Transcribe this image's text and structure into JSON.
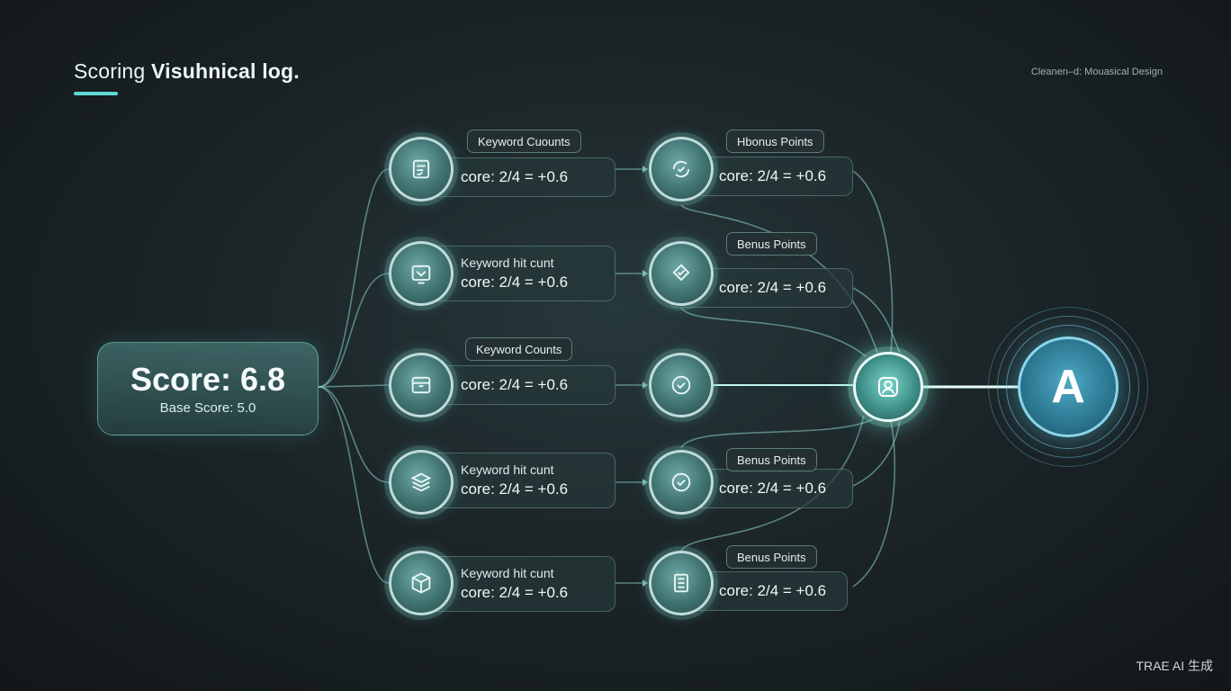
{
  "header": {
    "title_prefix": "Scoring ",
    "title_bold": "Visuhnical log.",
    "subtitle": "Cleanen–d: Mouasical Design"
  },
  "score": {
    "main": "Score: 6.8",
    "base": "Base Score: 5.0"
  },
  "left_column": [
    {
      "icon": "document-icon",
      "label": "",
      "tag": "Keyword Cuounts",
      "formula": "core: 2/4 = +0.6"
    },
    {
      "icon": "inbox-icon",
      "label": "Keyword hit cunt",
      "tag": "",
      "formula": "core: 2/4 = +0.6"
    },
    {
      "icon": "archive-icon",
      "label": "",
      "tag": "Keyword Counts",
      "formula": "core: 2/4 = +0.6"
    },
    {
      "icon": "layers-icon",
      "label": "Keyword hit cunt",
      "tag": "",
      "formula": "core: 2/4 = +0.6"
    },
    {
      "icon": "cube-icon",
      "label": "Keyword hit cunt",
      "tag": "",
      "formula": "core: 2/4 = +0.6"
    }
  ],
  "right_column": [
    {
      "icon": "refresh-check-icon",
      "tag": "Hbonus Points",
      "formula": "core: 2/4 = +0.6"
    },
    {
      "icon": "shield-check-icon",
      "tag": "Benus Points",
      "formula": "core: 2/4 = +0.6"
    },
    {
      "icon": "check-circle-icon",
      "tag": "",
      "formula": ""
    },
    {
      "icon": "check-circle-icon",
      "tag": "Benus Points",
      "formula": "core: 2/4 = +0.6"
    },
    {
      "icon": "list-document-icon",
      "tag": "Benus Points",
      "formula": "core: 2/4 = +0.6"
    }
  ],
  "hub": {
    "icon": "user-icon"
  },
  "grade": {
    "letter": "A"
  },
  "watermark": "TRAE AI 生成",
  "colors": {
    "accent": "#5fd6cf",
    "glow": "#9ff5e6",
    "grade": "#2b7690"
  }
}
